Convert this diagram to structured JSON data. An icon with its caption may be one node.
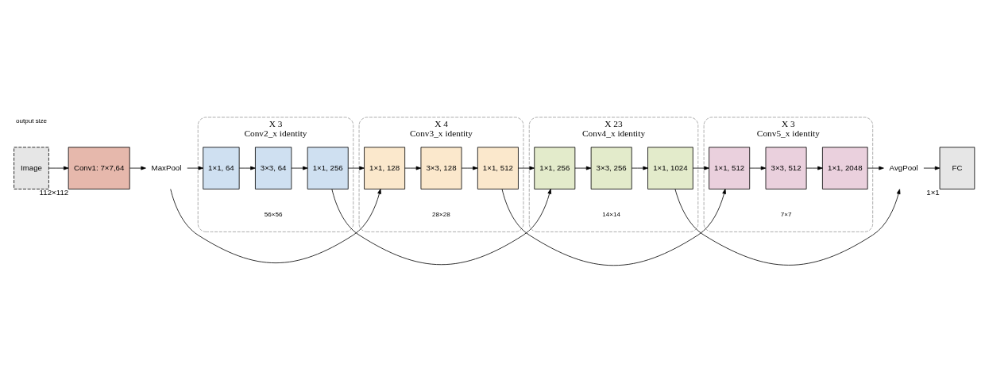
{
  "diagram": {
    "nodes": [
      {
        "text": [
          "Image"
        ]
      },
      {
        "text": [
          "Conv1: 7×7,64"
        ],
        "beside": [
          "112×112"
        ]
      },
      {
        "text": [
          "MaxPool"
        ]
      },
      {
        "text": [
          "X 3",
          "Conv2_x identity"
        ],
        "beside": [
          "56×56"
        ]
      },
      {
        "text": [
          "1×1, 64"
        ],
        "in": 3
      },
      {
        "text": [
          "3×3, 64"
        ],
        "in": 3
      },
      {
        "text": [
          "1×1, 256"
        ],
        "in": 3
      },
      {
        "text": [
          "X 4",
          "Conv3_x identity"
        ],
        "beside": [
          "28×28"
        ]
      },
      {
        "text": [
          "1×1, 128"
        ],
        "in": 7
      },
      {
        "text": [
          "3×3, 128"
        ],
        "in": 7
      },
      {
        "text": [
          "1×1, 512"
        ],
        "in": 7
      },
      {
        "text": [
          "X 23",
          "Conv4_x identity"
        ],
        "beside": [
          "14×14"
        ]
      },
      {
        "text": [
          "1×1, 256"
        ],
        "in": 11
      },
      {
        "text": [
          "3×3, 256"
        ],
        "in": 11
      },
      {
        "text": [
          "1×1, 1024"
        ],
        "in": 11
      },
      {
        "text": [
          "X 3",
          "Conv5_x identity"
        ],
        "beside": [
          "7×7"
        ]
      },
      {
        "text": [
          "1×1, 512"
        ],
        "in": 15
      },
      {
        "text": [
          "3×3, 512"
        ],
        "in": 15
      },
      {
        "text": [
          "1×1, 2048"
        ],
        "in": 15
      },
      {
        "text": [
          "AvgPool"
        ]
      },
      {
        "text": [
          "FC"
        ],
        "beside": [
          "1×1"
        ]
      }
    ],
    "edges": [
      {
        "from": 0,
        "to": 1,
        "arrow": "to"
      },
      {
        "from": 1,
        "to": 2,
        "arrow": "to"
      },
      {
        "from": 2,
        "to": 4,
        "arrow": "to"
      },
      {
        "from": 4,
        "to": 5,
        "arrow": "to"
      },
      {
        "from": 5,
        "to": 6,
        "arrow": "to"
      },
      {
        "from": 2,
        "to": 8,
        "arrow": "to"
      },
      {
        "from": 6,
        "to": 8,
        "arrow": "to"
      },
      {
        "from": 8,
        "to": 9,
        "arrow": "to"
      },
      {
        "from": 9,
        "to": 10,
        "arrow": "to"
      },
      {
        "from": 6,
        "to": 12,
        "arrow": "to"
      },
      {
        "from": 10,
        "to": 12,
        "arrow": "to"
      },
      {
        "from": 12,
        "to": 13,
        "arrow": "to"
      },
      {
        "from": 13,
        "to": 14,
        "arrow": "to"
      },
      {
        "from": 10,
        "to": 16,
        "arrow": "to"
      },
      {
        "from": 14,
        "to": 16,
        "arrow": "to"
      },
      {
        "from": 16,
        "to": 17,
        "arrow": "to"
      },
      {
        "from": 17,
        "to": 18,
        "arrow": "to"
      },
      {
        "from": 14,
        "to": 19,
        "arrow": "to"
      },
      {
        "from": 18,
        "to": 19,
        "arrow": "to"
      },
      {
        "from": 19,
        "to": 20,
        "arrow": "to"
      }
    ],
    "labels": [
      "output size"
    ]
  }
}
